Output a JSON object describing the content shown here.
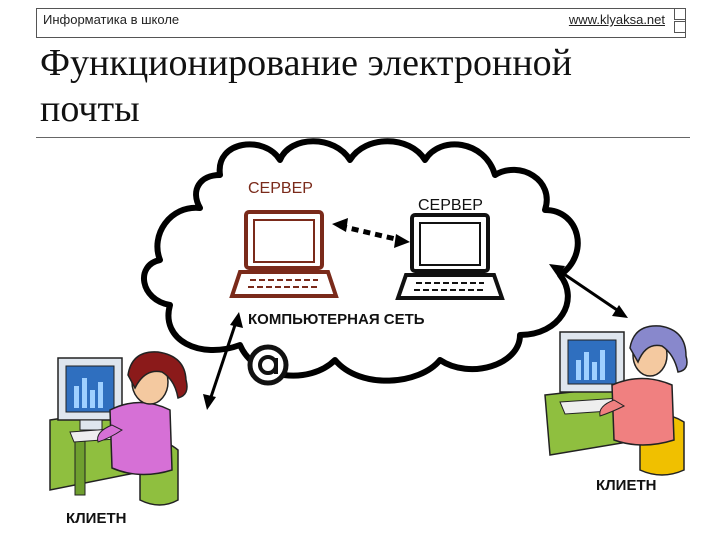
{
  "header": {
    "left_text": "Информатика в школе",
    "right_text": "www.klyaksa.net"
  },
  "title": "Функционирование электронной почты",
  "labels": {
    "server_1": "СЕРВЕР",
    "server_2": "СЕРВЕР",
    "network": "КОМПЬЮТЕРНАЯ СЕТЬ",
    "client_right": "КЛИЕТН",
    "client_left": "КЛИЕТН"
  },
  "icons": {
    "server_1": "laptop-icon",
    "server_2": "laptop-icon",
    "network": "cloud-icon",
    "email": "at-sign-icon",
    "client_left": "woman-at-computer-icon",
    "client_right": "woman-at-computer-icon"
  },
  "colors": {
    "server_1_accent": "#7a2a1a",
    "client_left_shirt": "#d670d6",
    "client_left_hair": "#8b1a1a",
    "client_right_shirt": "#f08080",
    "client_right_hair": "#8888cc",
    "chair_left": "#8fbf3f",
    "chair_right": "#f0c000",
    "monitor_screen": "#2f6fbf"
  }
}
